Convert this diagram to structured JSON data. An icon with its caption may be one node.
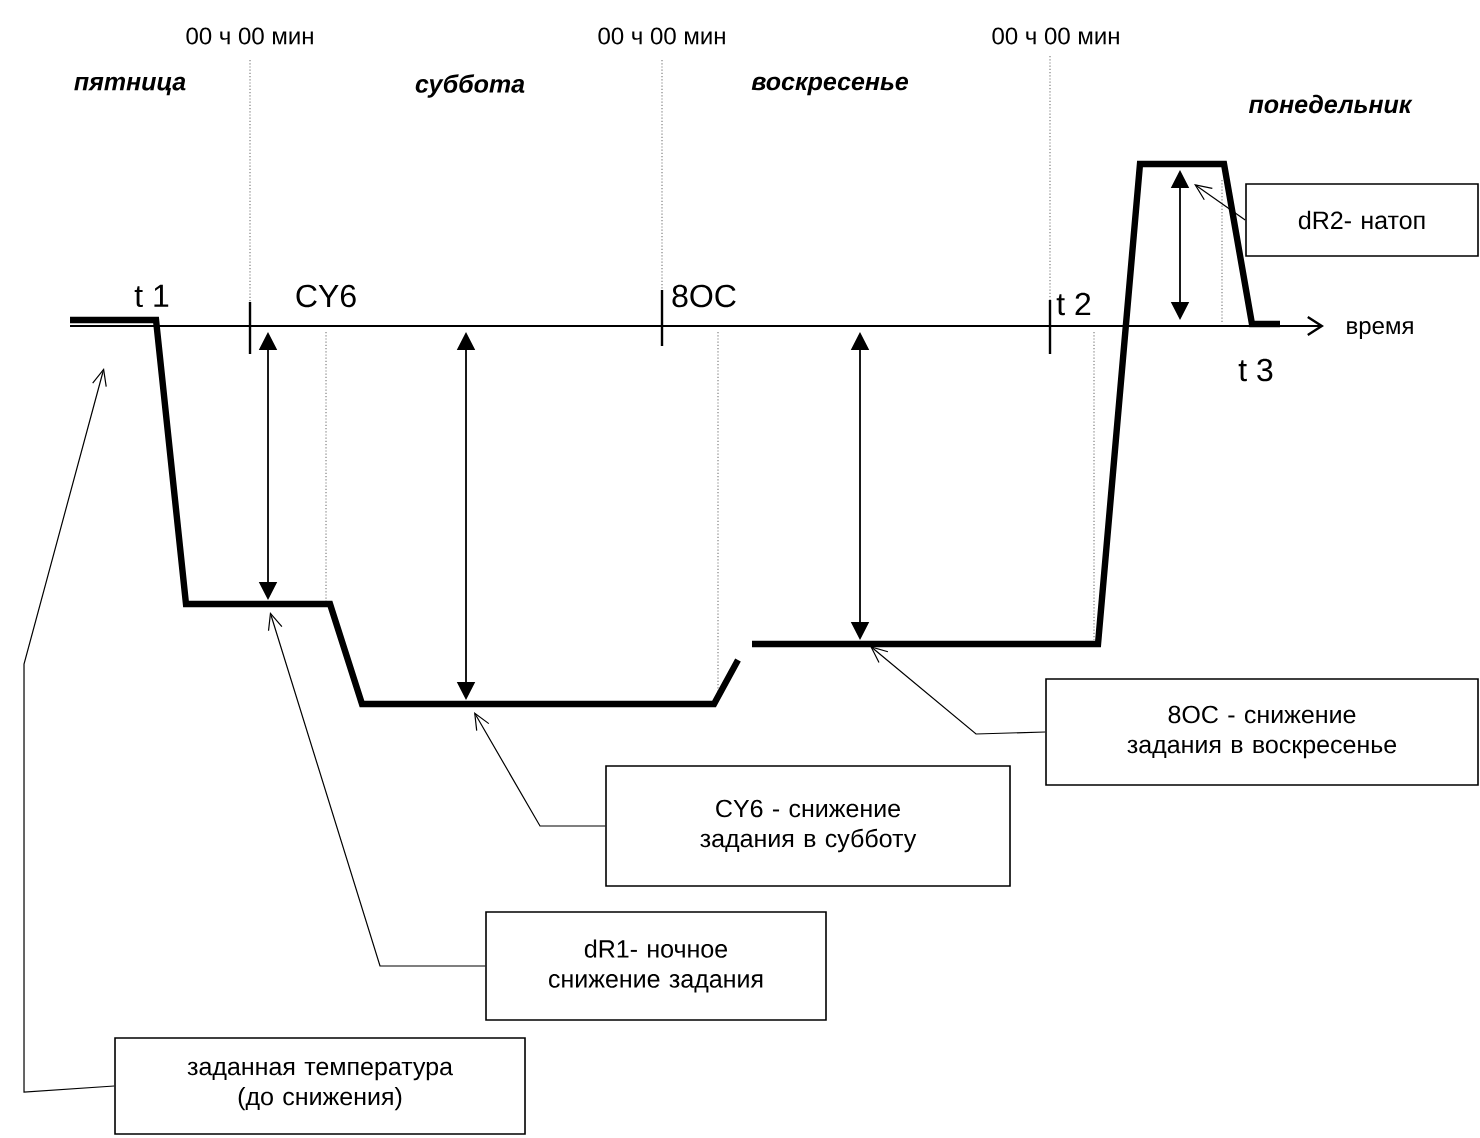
{
  "diagram": {
    "nodes": [
      {
        "text": [
          "dR2- натоп"
        ]
      },
      {
        "text": [
          "8OC - снижение задания в воскресенье"
        ]
      },
      {
        "text": [
          "CY6 - снижение задания в субботу"
        ]
      },
      {
        "text": [
          "dR1- ночное снижение задания"
        ]
      },
      {
        "text": [
          "заданная температура (до снижения)"
        ]
      }
    ],
    "edges": [
      {
        "from": 0,
        "to": null,
        "arrow": "to"
      },
      {
        "from": 1,
        "to": null,
        "arrow": "to"
      },
      {
        "from": 2,
        "to": null,
        "arrow": "to"
      },
      {
        "from": 3,
        "to": null,
        "arrow": "to"
      },
      {
        "from": 4,
        "to": null,
        "arrow": "to"
      }
    ],
    "labels": [
      "00 ч 00 мин",
      "00 ч 00 мин",
      "00 ч 00 мин",
      "пятница",
      "суббота",
      "воскресенье",
      "понедельник",
      "t 1",
      "CY6",
      "8OC",
      "t 2",
      "время",
      "t 3"
    ]
  }
}
